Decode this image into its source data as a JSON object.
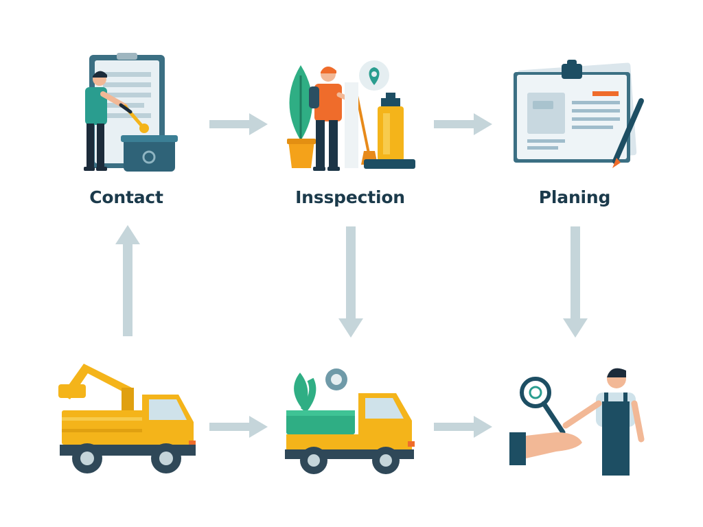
{
  "diagram": {
    "steps": [
      {
        "id": "contact",
        "label": "Contact",
        "icon": "worker-with-clipboard-icon"
      },
      {
        "id": "inspection",
        "label": "Insspection",
        "icon": "worker-with-plant-icon"
      },
      {
        "id": "planning",
        "label": "Planing",
        "icon": "plan-document-icon"
      },
      {
        "id": "pickup",
        "label": "",
        "icon": "crane-truck-icon"
      },
      {
        "id": "transport",
        "label": "",
        "icon": "plant-truck-icon"
      },
      {
        "id": "handover",
        "label": "",
        "icon": "handshake-inspector-icon"
      }
    ],
    "colors": {
      "navy": "#1d4e63",
      "teal": "#2a9d8f",
      "green": "#3aa57a",
      "orange": "#ef6c2b",
      "yellow": "#f4b41a",
      "arrow": "#c5d5da",
      "paper": "#dfe9ee"
    }
  }
}
